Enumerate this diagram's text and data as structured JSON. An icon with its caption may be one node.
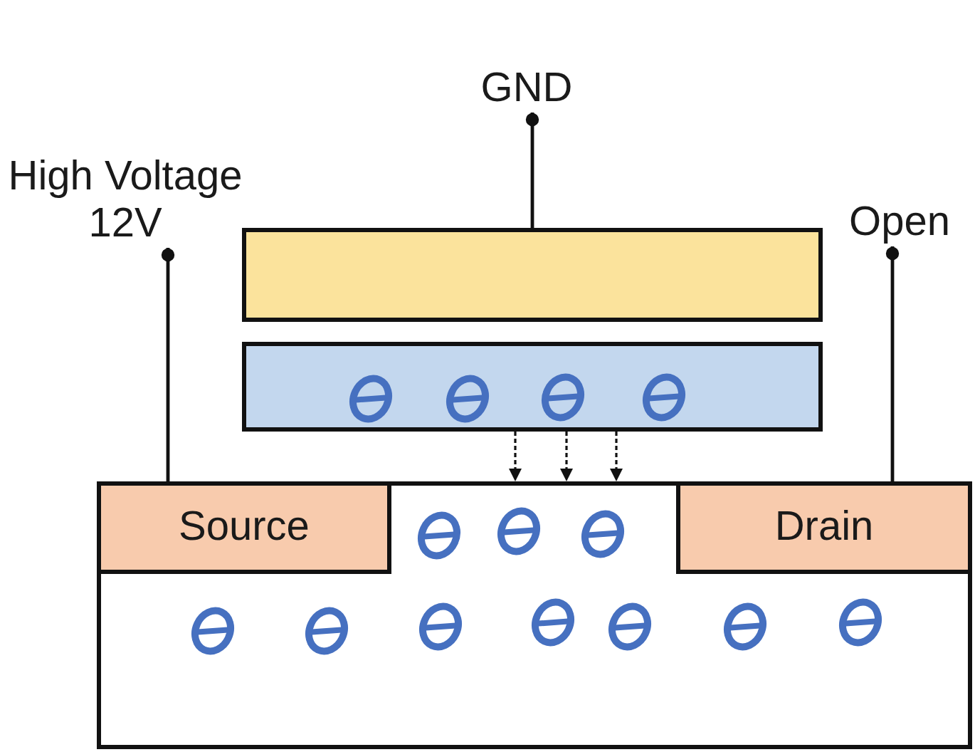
{
  "diagram": {
    "nodes": [
      {
        "text": [
          "GND"
        ]
      },
      {
        "text": [
          "High Voltage 12V"
        ]
      },
      {
        "text": [
          "Open"
        ]
      },
      {
        "text": [],
        "shape": "box"
      },
      {
        "text": [],
        "shape": "box"
      },
      {
        "text": [],
        "shape": "box"
      },
      {
        "text": [
          "Source"
        ],
        "in": 5
      },
      {
        "text": [
          "Drain"
        ],
        "in": 5
      }
    ],
    "edges": [
      {
        "from": 0,
        "to": 3,
        "arrow": "other"
      },
      {
        "from": 1,
        "to": 6,
        "arrow": "other"
      },
      {
        "from": 2,
        "to": 7,
        "arrow": "other"
      },
      {
        "from": 4,
        "to": 5,
        "arrow": "to",
        "style": "dashed"
      },
      {
        "from": 4,
        "to": 5,
        "arrow": "to",
        "style": "dashed"
      },
      {
        "from": 4,
        "to": 5,
        "arrow": "to",
        "style": "dashed"
      }
    ]
  }
}
